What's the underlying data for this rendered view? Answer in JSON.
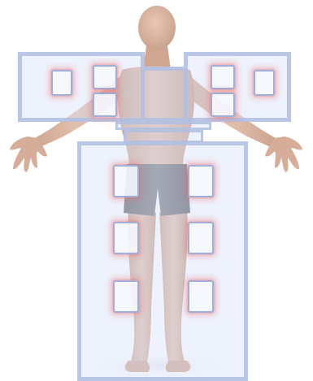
{
  "scene": {
    "subject": "standing-human-figure",
    "accent_colors": {
      "panel_border": "#b0bee2",
      "panel_fill": "#dae2f8",
      "pad_border": "#96a6d6",
      "pad_glow": "#ec6e6e",
      "skin": "#d8b29e",
      "shorts": "#6f6f74"
    }
  },
  "panels": {
    "upper_bar": {
      "name": "upper-body-panel"
    },
    "lower_block": {
      "name": "lower-body-panel"
    },
    "connector": {
      "name": "torso-connector"
    }
  },
  "pads": [
    {
      "id": "left-forearm",
      "region": "left-forearm"
    },
    {
      "id": "left-upper-arm-top",
      "region": "left-upper-arm"
    },
    {
      "id": "left-upper-arm-bottom",
      "region": "left-upper-arm"
    },
    {
      "id": "right-upper-arm-top",
      "region": "right-upper-arm"
    },
    {
      "id": "right-upper-arm-bottom",
      "region": "right-upper-arm"
    },
    {
      "id": "right-forearm",
      "region": "right-forearm"
    },
    {
      "id": "left-thigh",
      "region": "left-thigh"
    },
    {
      "id": "right-thigh",
      "region": "right-thigh"
    },
    {
      "id": "left-knee",
      "region": "left-knee"
    },
    {
      "id": "right-knee",
      "region": "right-knee"
    },
    {
      "id": "left-shin",
      "region": "left-shin"
    },
    {
      "id": "right-shin",
      "region": "right-shin"
    }
  ]
}
